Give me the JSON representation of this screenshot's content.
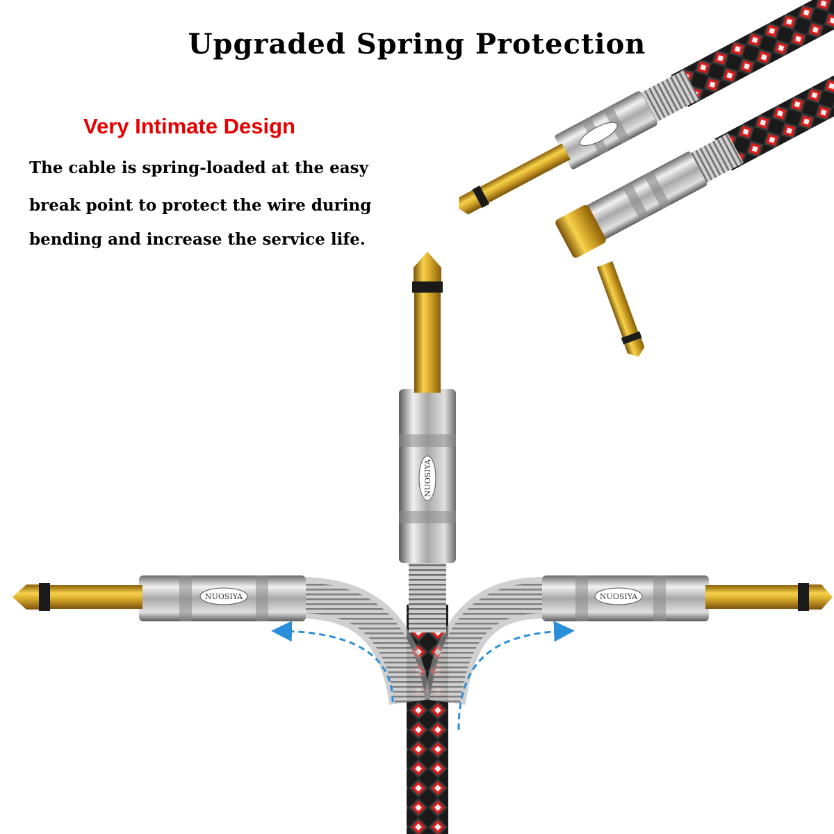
{
  "title": "Upgraded Spring Protection",
  "subtitle": "Very Intimate Design",
  "description_lines": [
    "The cable is spring-loaded at the easy",
    "break point to protect the wire during",
    "bending and increase the service life."
  ],
  "brand_mark": "NUOSIYA",
  "colors": {
    "title": "#000000",
    "subtitle": "#e60000",
    "gold": "#d4a62a",
    "chrome": "#b8b8b8",
    "arrow": "#2a8fd8",
    "braid_red": "#d81e1e"
  },
  "icons": [
    "straight-jack-plug-icon",
    "right-angle-jack-plug-icon",
    "bend-arrow-icon"
  ]
}
